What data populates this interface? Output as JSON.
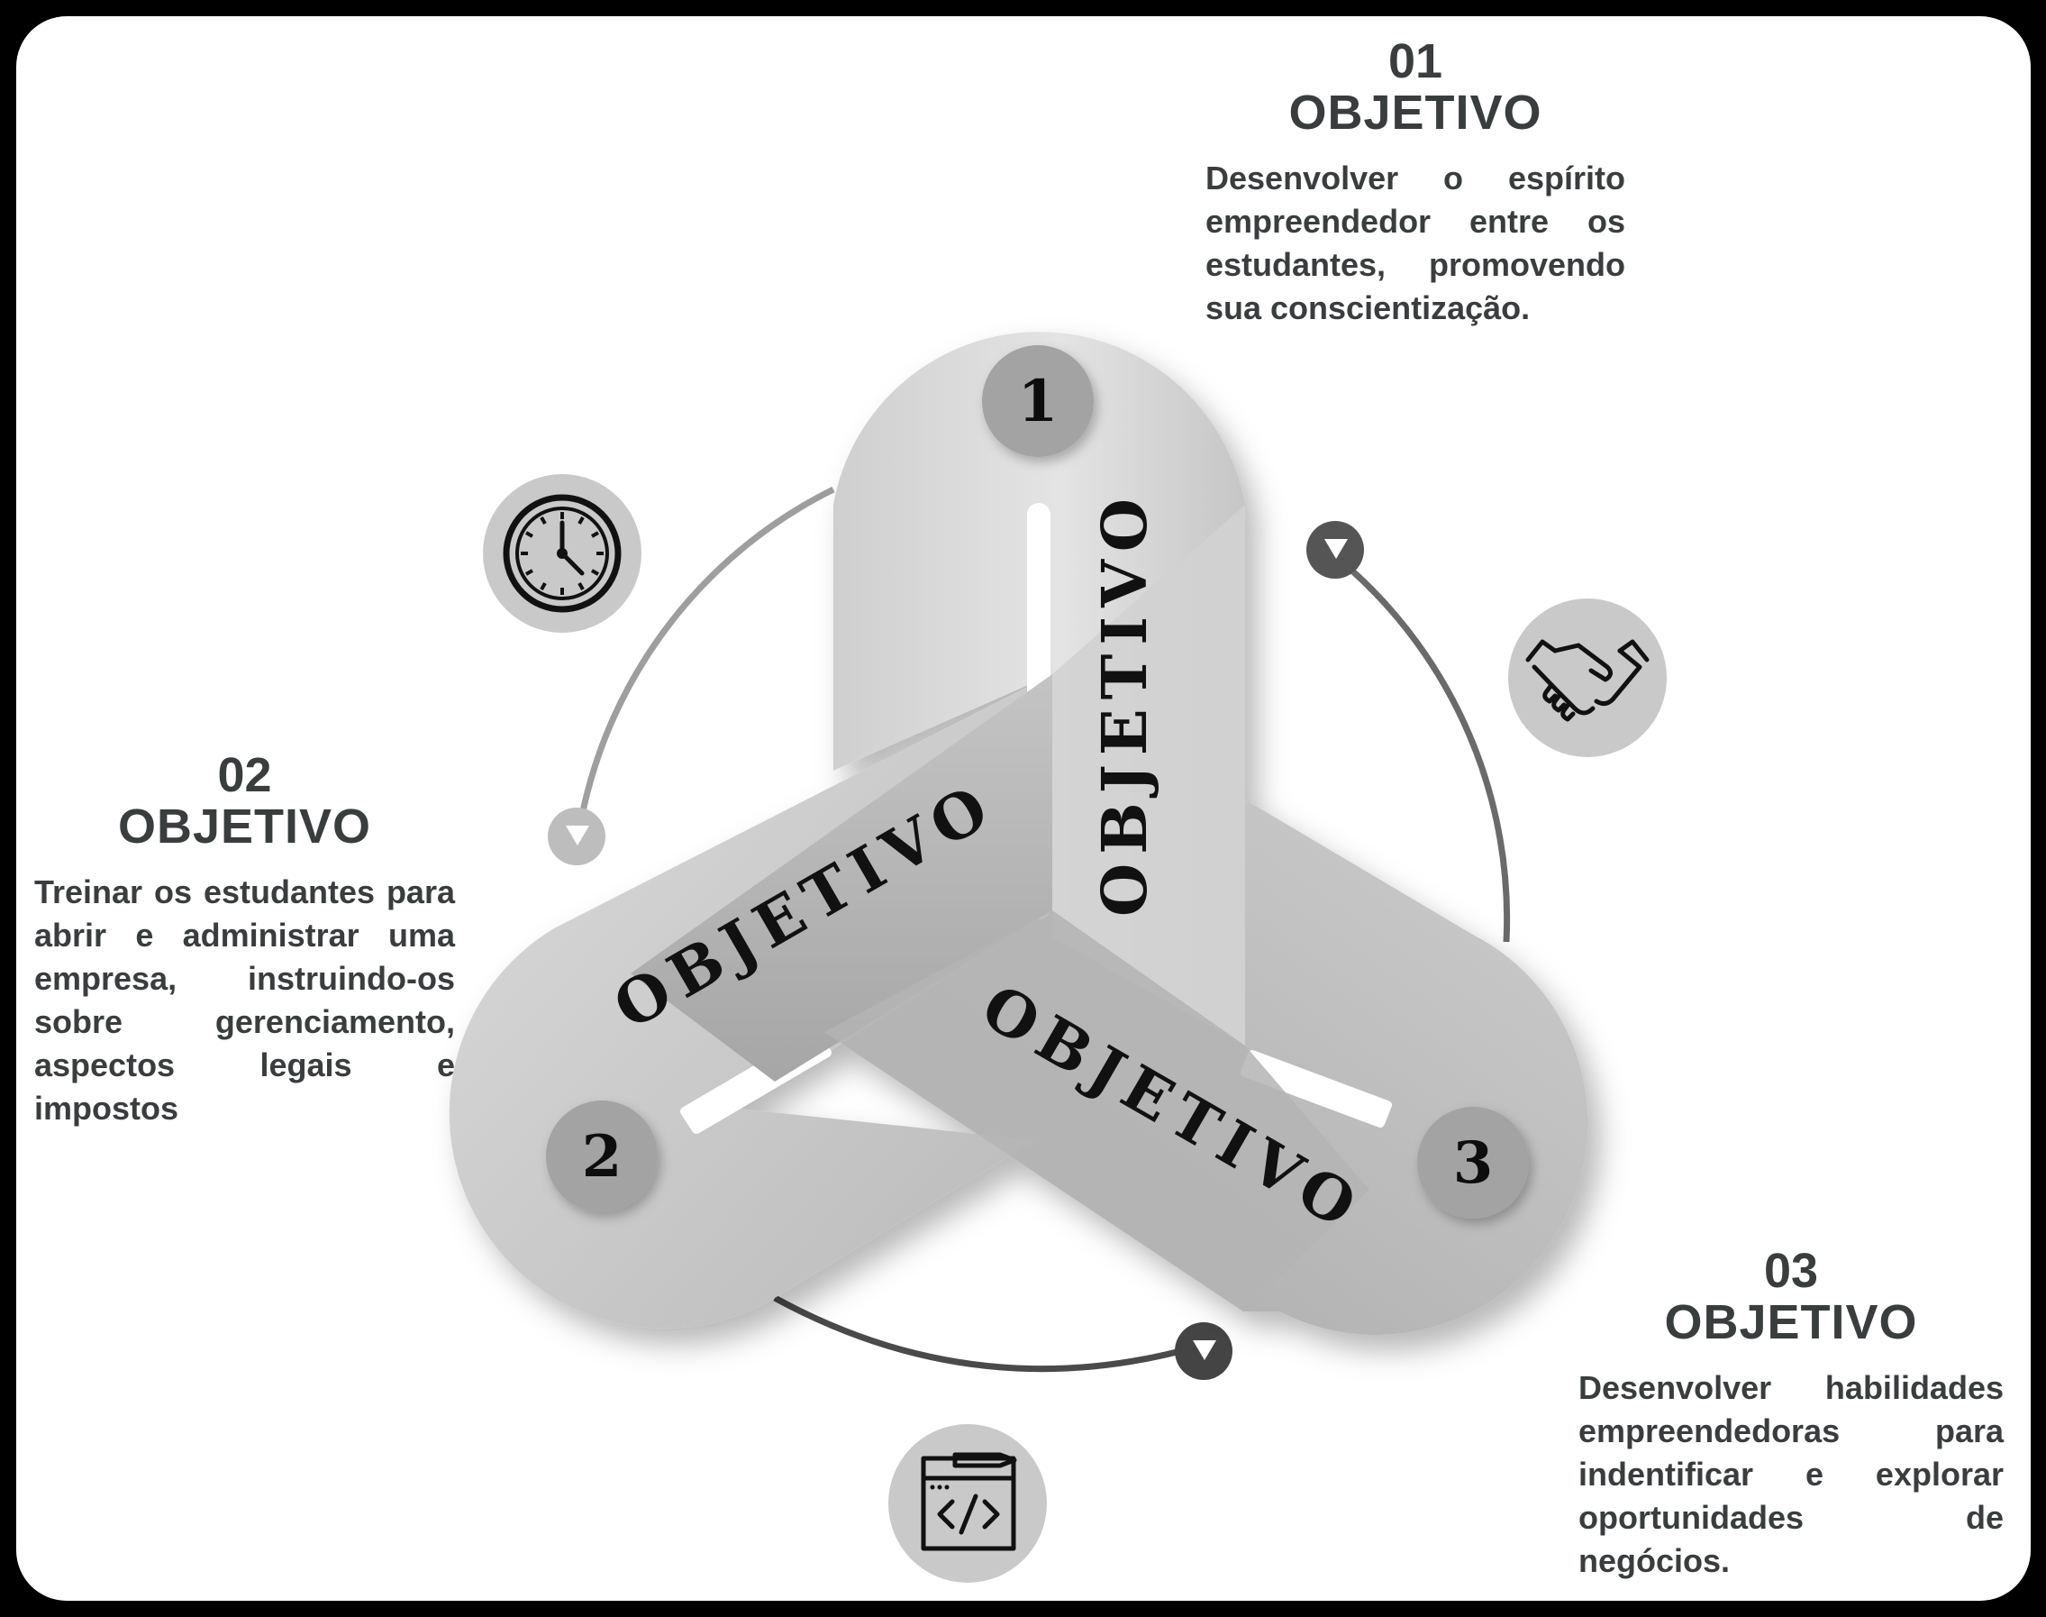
{
  "objectives": [
    {
      "number": "01",
      "title": "OBJETIVO",
      "description": "Desenvolver o espírito empreendedor entre os estudantes, promovendo sua conscientização.",
      "badge": "1",
      "band_label": "OBJETIVO",
      "icon": "handshake-icon"
    },
    {
      "number": "02",
      "title": "OBJETIVO",
      "description": "Treinar os estudantes para abrir e administrar uma empresa, instruindo-os sobre gerenciamento, aspectos legais e impostos",
      "badge": "2",
      "band_label": "OBJETIVO",
      "icon": "clock-icon"
    },
    {
      "number": "03",
      "title": "OBJETIVO",
      "description": "Desenvolver habilidades empreendedoras para indentificar e explorar oportunidades de negócios.",
      "badge": "3",
      "band_label": "OBJETIVO",
      "icon": "code-window-icon"
    }
  ],
  "colors": {
    "frame": "#000000",
    "background": "#ffffff",
    "text": "#3a3d3e",
    "band_light": "#d6d6d6",
    "band_dark": "#a9a9a9",
    "badge": "#a3a3a3",
    "icon_circle": "#c9c9c9"
  }
}
